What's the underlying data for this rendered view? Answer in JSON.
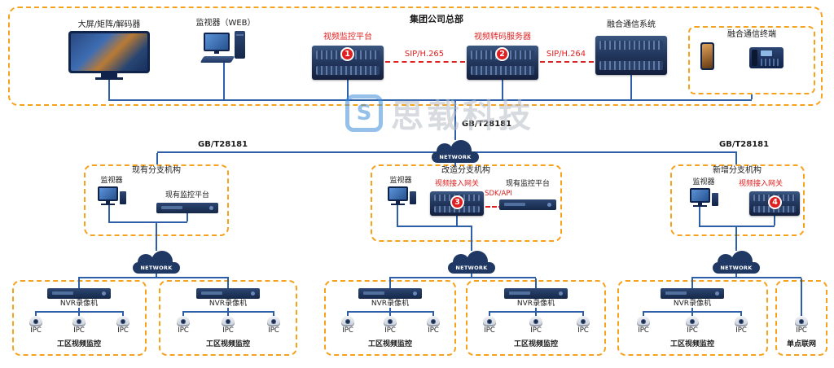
{
  "watermark": {
    "logo": "S",
    "text": "思载科技"
  },
  "network_label": "NETWORK",
  "hq": {
    "title": "集团公司总部",
    "screen": "大屏/矩阵/解码器",
    "web": "监视器（WEB）",
    "platform": "视频监控平台",
    "platform_badge": "1",
    "sip_h265": "SIP/H.265",
    "transcoder": "视频转码服务器",
    "transcoder_badge": "2",
    "sip_h264": "SIP/H.264",
    "comm_system": "融合通信系统",
    "comm_terminal": "融合通信终端"
  },
  "protocol_labels": {
    "top": "GB/T28181",
    "left": "GB/T28181",
    "right": "GB/T28181"
  },
  "branches": [
    {
      "title": "现有分支机构",
      "monitor": "监视器",
      "platform": "现有监控平台"
    },
    {
      "title": "改造分支机构",
      "monitor": "监视器",
      "gateway": "视频接入网关",
      "badge": "3",
      "sdk": "SDK/API",
      "platform": "现有监控平台"
    },
    {
      "title": "新增分支机构",
      "monitor": "监视器",
      "gateway": "视频接入网关",
      "badge": "4"
    }
  ],
  "zones": [
    {
      "nvr": "NVR录像机",
      "cameras": [
        "IPC",
        "IPC",
        "IPC"
      ],
      "caption": "工区视频监控"
    },
    {
      "nvr": "NVR录像机",
      "cameras": [
        "IPC",
        "IPC",
        "IPC"
      ],
      "caption": "工区视频监控"
    },
    {
      "nvr": "NVR录像机",
      "cameras": [
        "IPC",
        "IPC",
        "IPC"
      ],
      "caption": "工区视频监控"
    },
    {
      "nvr": "NVR录像机",
      "cameras": [
        "IPC",
        "IPC",
        "IPC"
      ],
      "caption": "工区视频监控"
    },
    {
      "nvr": "NVR录像机",
      "cameras": [
        "IPC",
        "IPC",
        "IPC"
      ],
      "caption": "工区视频监控"
    },
    {
      "cameras": [
        "IPC"
      ],
      "caption": "单点联网"
    }
  ],
  "colors": {
    "accent_orange": "#F6A21C",
    "line_blue": "#2D5FA8",
    "alert_red": "#E02020",
    "device_navy": "#16305E",
    "cloud_navy": "#1F3864"
  }
}
